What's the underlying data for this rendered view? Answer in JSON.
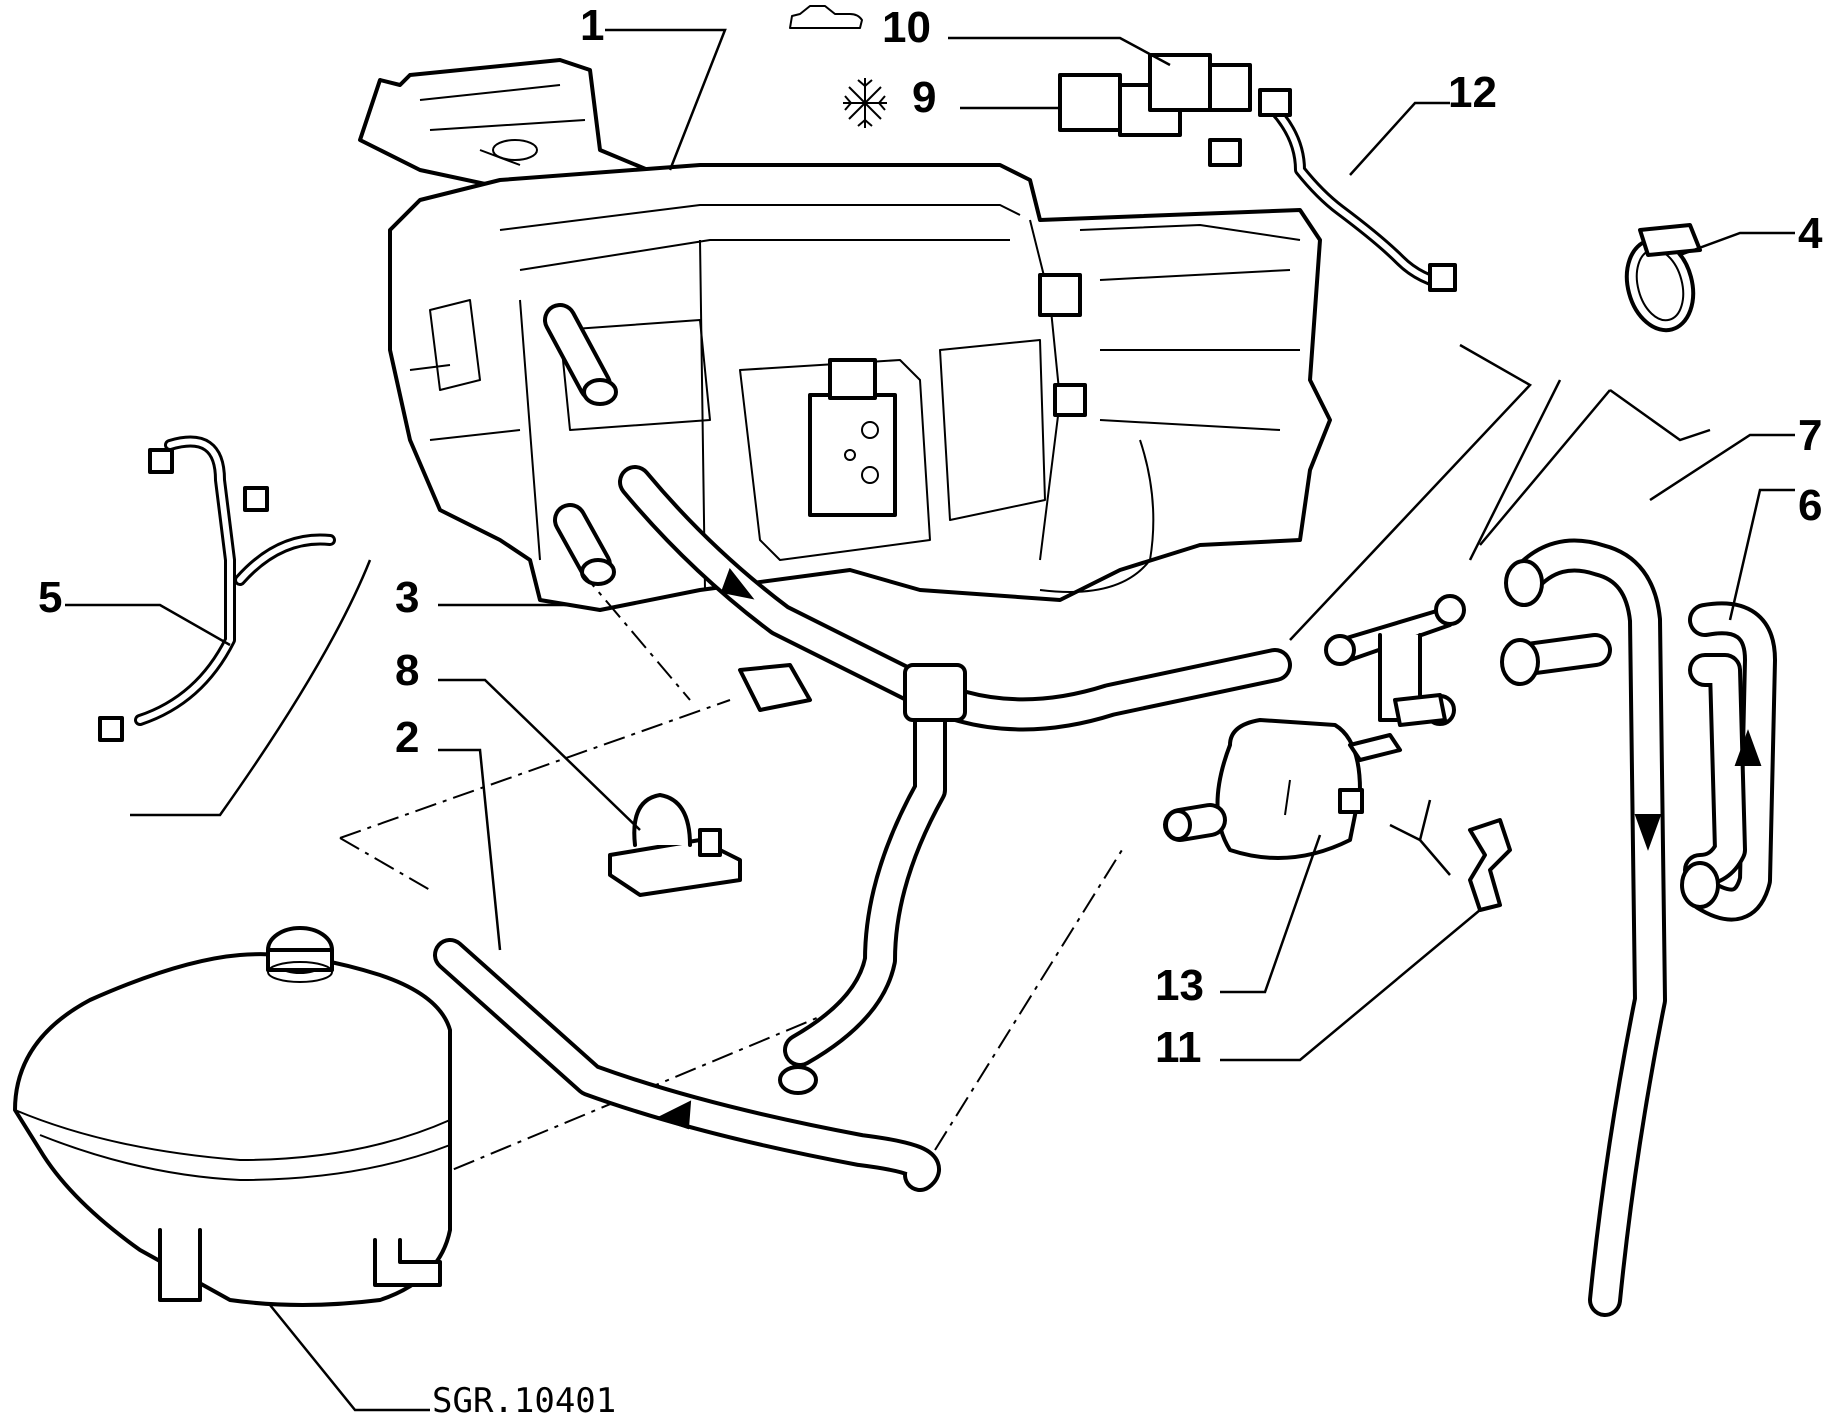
{
  "callouts": {
    "c1": "1",
    "c2": "2",
    "c3": "3",
    "c4": "4",
    "c5": "5",
    "c6": "6",
    "c7": "7",
    "c8": "8",
    "c9": "9",
    "c10": "10",
    "c11": "11",
    "c12": "12",
    "c13": "13"
  },
  "drawing_ref": "SGR.10401",
  "icons": {
    "icon_10": "car-icon",
    "icon_9": "snowflake-icon"
  },
  "colors": {
    "ink": "#000000",
    "paper": "#ffffff"
  }
}
